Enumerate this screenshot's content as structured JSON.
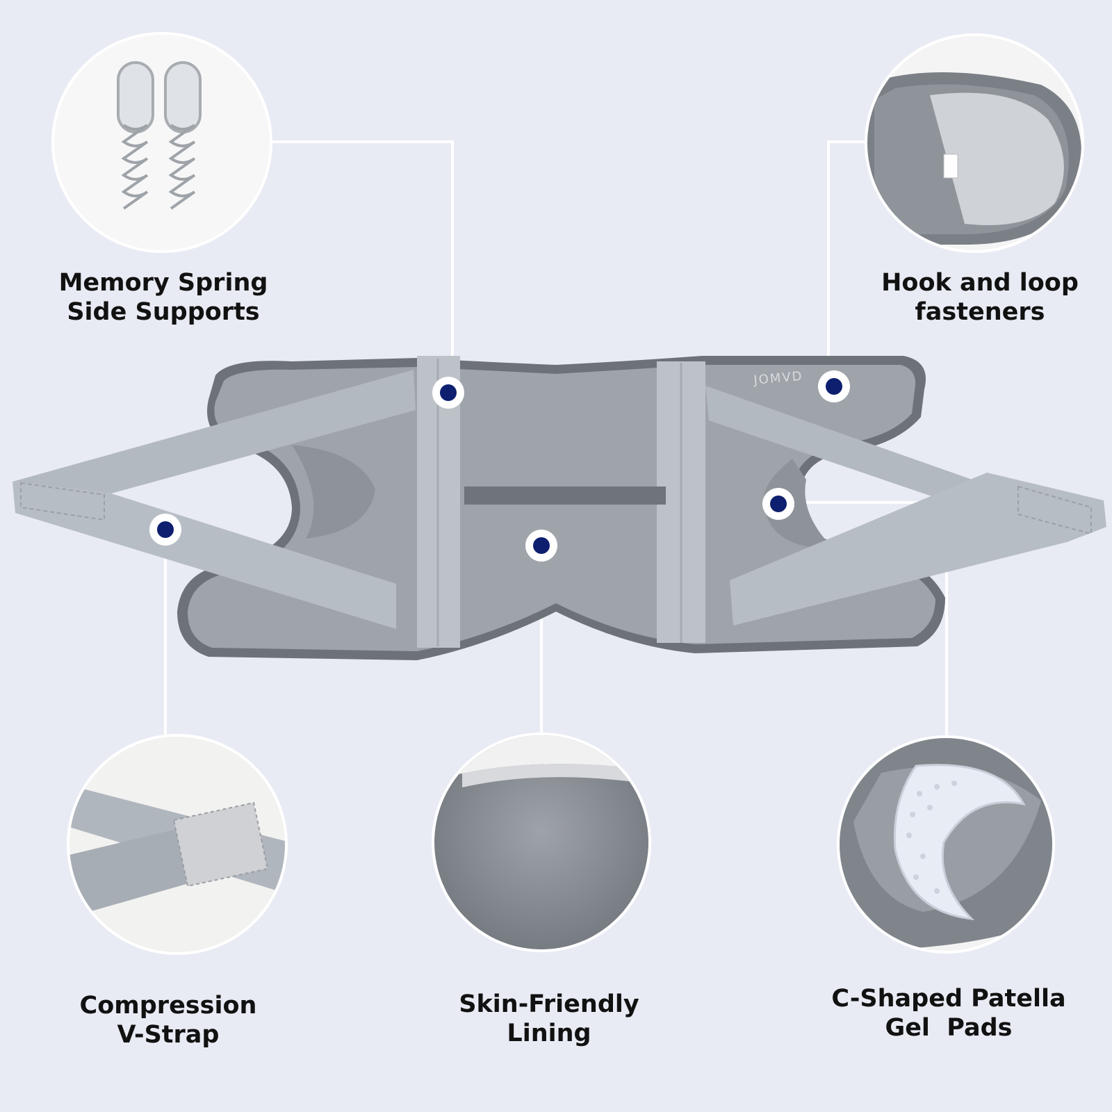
{
  "brand_mark": "JOMVD",
  "features": {
    "memory_spring": {
      "line1": "Memory Spring",
      "line2": "Side Supports"
    },
    "hook_loop": {
      "line1": "Hook and loop",
      "line2": "fasteners"
    },
    "compression": {
      "line1": "Compression",
      "line2": "V-Strap"
    },
    "lining": {
      "line1": "Skin-Friendly",
      "line2": "Lining"
    },
    "gel_pads": {
      "line1": "C-Shaped Patella",
      "line2": "Gel  Pads"
    }
  },
  "colors": {
    "background": "#e9ebf4",
    "marker_dot": "#0d1f6e",
    "fabric": "#9fa4ab",
    "strap": "#b3b9c0",
    "binding": "#6d7178"
  }
}
